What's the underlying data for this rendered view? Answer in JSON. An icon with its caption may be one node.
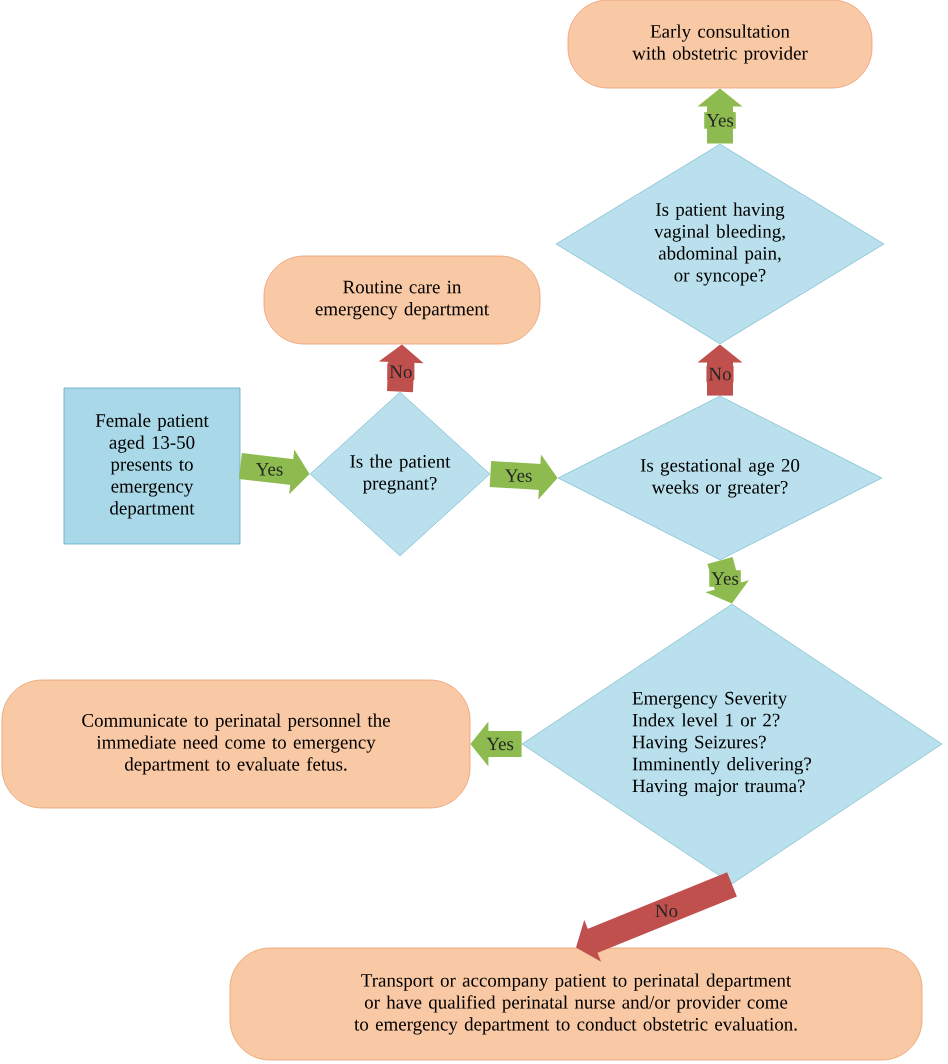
{
  "diagram": {
    "nodes": [
      {
        "text": [
          "Female patient aged 13-50 presents to emergency department"
        ]
      },
      {
        "text": [
          "Is the patient pregnant?"
        ]
      },
      {
        "text": [
          "Routine care in emergency department"
        ]
      },
      {
        "text": [
          "Is gestational age 20 weeks or greater?"
        ]
      },
      {
        "text": [
          "Is patient having vaginal bleeding, abdominal pain, or syncope?"
        ]
      },
      {
        "text": [
          "Early consultation with obstetric provider"
        ]
      },
      {
        "text": [
          "Emergency Severity Index level 1 or 2? Having Seizures? Imminently delivering? Having major trauma?"
        ]
      },
      {
        "text": [
          "Communicate to perinatal personnel the immediate need come to emergency department to evaluate fetus."
        ]
      },
      {
        "text": [
          "Transport or accompany patient to perinatal department or have qualified perinatal nurse and/or provider come to emergency department to conduct obstetric evaluation."
        ]
      }
    ],
    "edges": [
      {
        "from": 0,
        "to": 1,
        "arrow": "to",
        "label": "Yes"
      },
      {
        "from": 1,
        "to": 2,
        "arrow": "to",
        "label": "No",
        "color": "#c0504d"
      },
      {
        "from": 1,
        "to": 3,
        "arrow": "to",
        "label": "Yes"
      },
      {
        "from": 3,
        "to": 4,
        "arrow": "to",
        "label": "No",
        "color": "#c0504d"
      },
      {
        "from": 4,
        "to": 5,
        "arrow": "to",
        "label": "Yes"
      },
      {
        "from": 3,
        "to": 6,
        "arrow": "to",
        "label": "Yes"
      },
      {
        "from": 6,
        "to": 7,
        "arrow": "to",
        "label": "Yes"
      },
      {
        "from": 6,
        "to": 8,
        "arrow": "to",
        "label": "No",
        "color": "#c0504d"
      }
    ]
  }
}
